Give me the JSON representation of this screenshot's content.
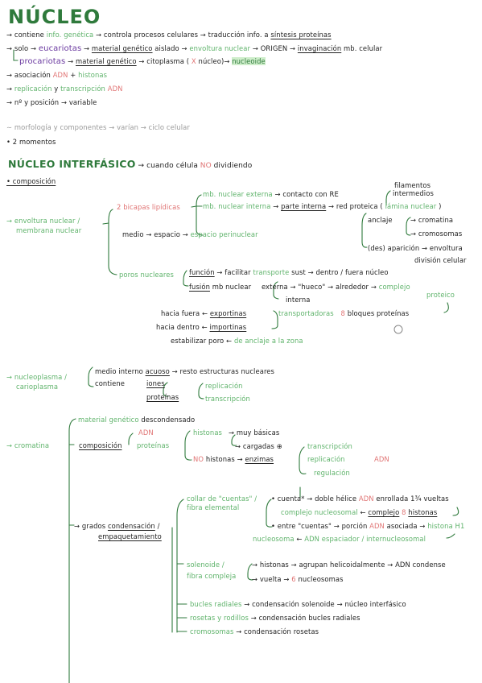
{
  "title": "NÚCLEO",
  "intro": {
    "l1": [
      "→ contiene",
      "info. genética",
      "→ controla procesos celulares → traducción info. a",
      "síntesis proteínas"
    ],
    "l2": [
      "→ solo →",
      "eucariotas",
      "→",
      "material genético",
      "aislado →",
      "envoltura nuclear",
      "→ ORIGEN →",
      "invaginación",
      "mb. celular"
    ],
    "l3": [
      "procariotas",
      "→",
      "material genético",
      "→ citoplasma (",
      "X",
      "núcleo)→",
      "nucleoide"
    ],
    "l4": [
      "→ asociación",
      "ADN",
      "+",
      "histonas"
    ],
    "l5": [
      "→",
      "replicación",
      "y",
      "transcripción",
      "ADN"
    ],
    "l6": "→ nº y posición → variable",
    "l7": "∼ morfología y componentes → varían → ciclo celular",
    "l8": "• 2 momentos"
  },
  "interphase": {
    "title": "NÚCLEO INTERFÁSICO",
    "title_rest": [
      "→ cuando célula",
      "NO",
      "dividiendo"
    ],
    "composicion": "• composición",
    "envoltura": [
      "→ envoltura nuclear /",
      "membrana nuclear"
    ],
    "bicapas": "2 bicapas lipídicas",
    "mb_ext": [
      "mb. nuclear externa",
      "→ contacto con RE"
    ],
    "mb_int": [
      "mb. nuclear interna",
      "→",
      "parte interna",
      "→ red proteica (",
      "lámina nuclear",
      ")"
    ],
    "filamentos": [
      "filamentos",
      "intermedios"
    ],
    "anclaje": [
      "anclaje",
      "→ cromatina",
      "→ cromosomas"
    ],
    "desaparicion": [
      "(des) aparición → envoltura",
      "división celular"
    ],
    "medio": [
      "medio → espacio →",
      "espacio perinuclear"
    ],
    "poros": "poros nucleares",
    "funcion": [
      "función",
      "→ facilitar",
      "transporte",
      "sust → dentro / fuera núcleo"
    ],
    "fusion": [
      "fusión",
      "mb nuclear",
      "externa",
      "→ \"hueco\" → alrededor →",
      "complejo",
      "proteico",
      "interna"
    ],
    "hacia_fuera": [
      "hacia fuera ←",
      "exportinas"
    ],
    "transportadoras": [
      "transportadoras",
      "8",
      "bloques proteínas"
    ],
    "hacia_dentro": [
      "hacia dentro ←",
      "importinas"
    ],
    "estabilizar": [
      "estabilizar poro ←",
      "de anclaje a la zona"
    ],
    "nucleoplasma": [
      "→ nucleoplasma /",
      "carioplasma"
    ],
    "medio_interno": [
      "medio interno",
      "acuoso",
      "→ resto estructuras nucleares"
    ],
    "contiene": "contiene",
    "iones": "iones",
    "proteinas": "proteínas",
    "replicacion": "replicación",
    "transcripcion": "transcripción",
    "cromatina": "→ cromatina",
    "mat_gen": [
      "material genético",
      "descondensado"
    ],
    "composicion2": "composición",
    "adn": "ADN",
    "proteinas2": "proteínas",
    "histonas": [
      "histonas",
      "→ muy básicas",
      "→ cargadas ⊕"
    ],
    "no_histonas": [
      "NO",
      "histonas →",
      "enzimas"
    ],
    "enzimas_fn": [
      "transcripción",
      "replicación",
      "ADN",
      "regulación"
    ],
    "grados": [
      "→ grados",
      "condensación",
      "/",
      "empaquetamiento"
    ],
    "collar": [
      "collar de \"cuentas\" /",
      "fibra elemental"
    ],
    "cuenta": [
      "• cuenta* → doble hélice",
      "ADN",
      "enrollada 1¾ vueltas"
    ],
    "complejo": [
      "complejo nucleosomal",
      "←",
      "complejo",
      "8",
      "histonas"
    ],
    "entre": [
      "• entre \"cuentas\" → porción",
      "ADN",
      "asociada →",
      "histona H1"
    ],
    "nucleosoma": [
      "nucleosoma",
      "←",
      "ADN espaciador / internucleosomal"
    ],
    "solenoide": [
      "solenoide /",
      "fibra compleja"
    ],
    "sol1": "→ histonas → agrupan helicoidalmente → ADN condense",
    "sol2": [
      "→ vuelta →",
      "6",
      "nucleosomas"
    ],
    "bucles": [
      "bucles radiales",
      "→ condensación solenoide → núcleo interfásico"
    ],
    "rosetas": [
      "rosetas y rodillos",
      "→ condensación bucles radiales"
    ],
    "cromosomas": [
      "cromosomas",
      "→ condensación rosetas"
    ]
  }
}
